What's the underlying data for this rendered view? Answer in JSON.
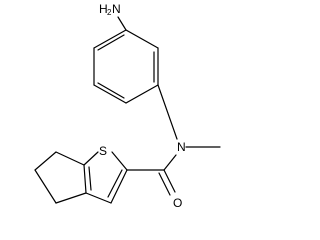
{
  "molecule": {
    "atoms": {
      "amine_n": "H",
      "amine_h_count": "2",
      "amine_n_letter": "N",
      "thiophene_s": "S",
      "amide_n": "N",
      "carbonyl_o": "O"
    }
  }
}
